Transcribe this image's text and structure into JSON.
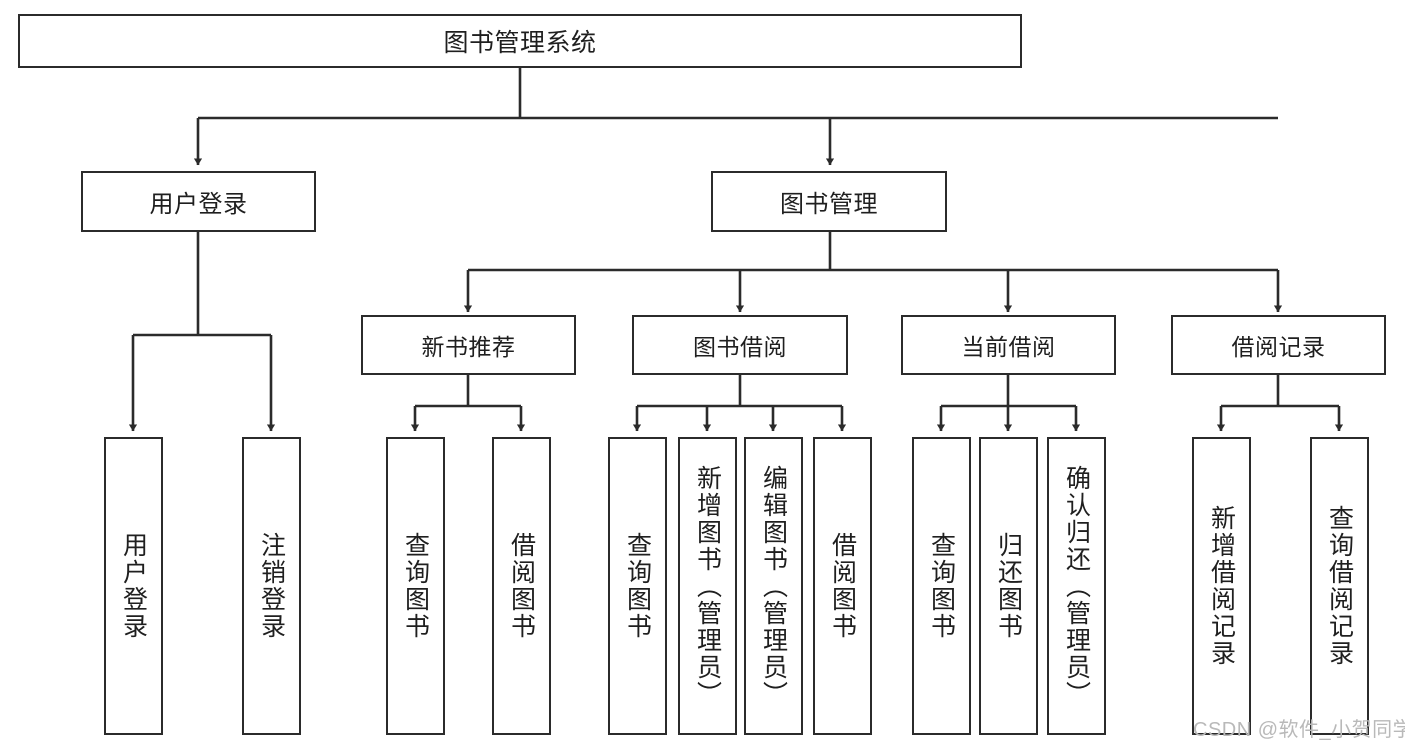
{
  "diagram": {
    "type": "tree",
    "title": "图书管理系统",
    "orientation": "top-down",
    "style": {
      "box_fill": "#ffffff",
      "box_stroke": "#2b2b2b",
      "edge_stroke": "#2b2b2b",
      "text_color": "#1f1f1f",
      "background": "#ffffff",
      "watermark_color": "#b9b9b9"
    }
  },
  "root": {
    "label": "图书管理系统"
  },
  "level2": [
    {
      "label": "用户登录"
    },
    {
      "label": "图书管理"
    }
  ],
  "level3": [
    {
      "label": "新书推荐"
    },
    {
      "label": "图书借阅"
    },
    {
      "label": "当前借阅"
    },
    {
      "label": "借阅记录"
    }
  ],
  "leaves": {
    "user_login": [
      {
        "label": "用户登录"
      },
      {
        "label": "注销登录"
      }
    ],
    "new_book_recommend": [
      {
        "label": "查询图书"
      },
      {
        "label": "借阅图书"
      }
    ],
    "book_borrow": [
      {
        "label": "查询图书"
      },
      {
        "label": "新增图书（管理员）"
      },
      {
        "label": "编辑图书（管理员）"
      },
      {
        "label": "借阅图书"
      }
    ],
    "current_borrow": [
      {
        "label": "查询图书"
      },
      {
        "label": "归还图书"
      },
      {
        "label": "确认归还（管理员）"
      }
    ],
    "borrow_record": [
      {
        "label": "新增借阅记录"
      },
      {
        "label": "查询借阅记录"
      }
    ]
  },
  "watermark": {
    "text": "CSDN @软件_小贺同学"
  }
}
